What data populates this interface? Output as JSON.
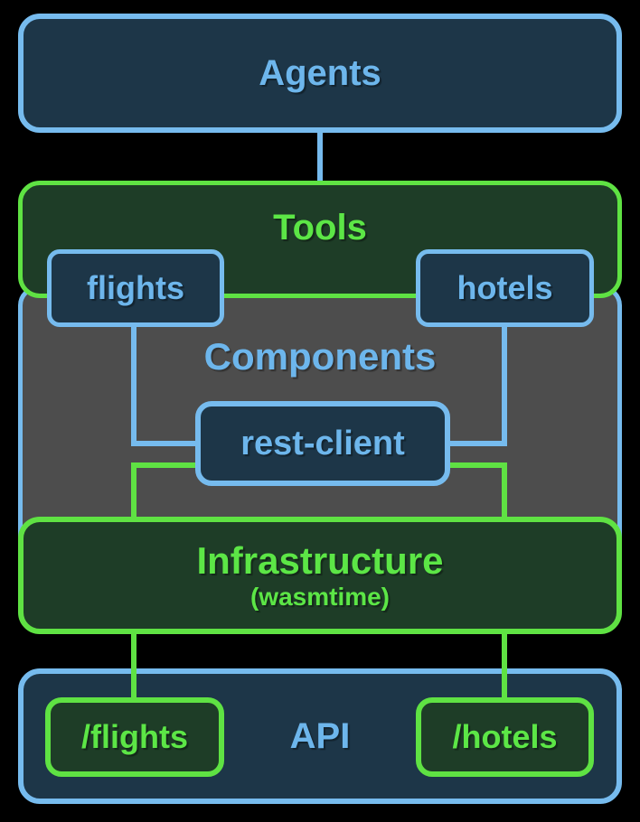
{
  "palette": {
    "background": "#000000",
    "blue_border": "#76bbee",
    "blue_text": "#6db6ec",
    "navy_fill": "#1d3648",
    "green_border": "#5fe243",
    "green_text": "#5ce646",
    "dark_green_fill": "#1e3d27",
    "gray_fill": "#4d4d4d"
  },
  "nodes": {
    "agents": "Agents",
    "tools": "Tools",
    "flights": "flights",
    "hotels": "hotels",
    "components": "Components",
    "rest_client": "rest-client",
    "infrastructure": "Infrastructure",
    "infrastructure_sub": "(wasmtime)",
    "api": "API",
    "flights_endpoint": "/flights",
    "hotels_endpoint": "/hotels"
  },
  "edges": [
    {
      "from": "Agents",
      "to": "Tools",
      "color": "#76bbee"
    },
    {
      "from": "flights",
      "to": "rest-client",
      "color": "#76bbee"
    },
    {
      "from": "hotels",
      "to": "rest-client",
      "color": "#76bbee"
    },
    {
      "from": "rest-client",
      "to": "Infrastructure",
      "color": "#5fe243"
    },
    {
      "from": "Infrastructure",
      "to": "/flights",
      "color": "#5fe243"
    },
    {
      "from": "Infrastructure",
      "to": "/hotels",
      "color": "#5fe243"
    }
  ]
}
